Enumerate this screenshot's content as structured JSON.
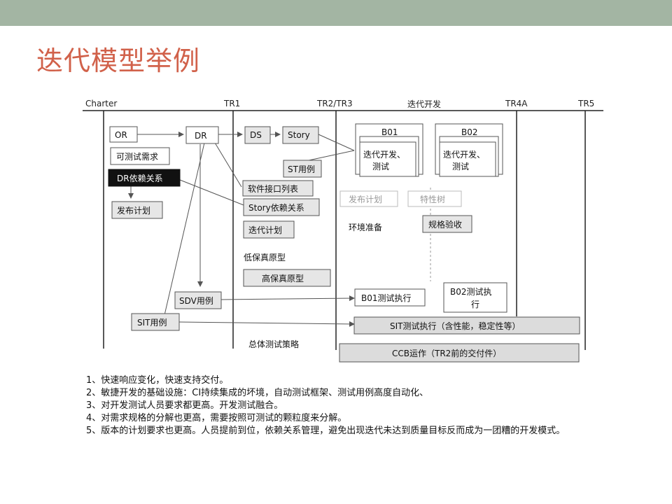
{
  "slide": {
    "title": "迭代模型举例"
  },
  "diagram": {
    "milestones": [
      "Charter",
      "TR1",
      "TR2/TR3",
      "迭代开发",
      "TR4A",
      "TR5"
    ],
    "boxes": {
      "or": "OR",
      "dr": "DR",
      "ds": "DS",
      "story": "Story",
      "testable_req": "可测试需求",
      "dr_dependency": "DR依赖关系",
      "release_plan": "发布计划",
      "st_cases": "ST用例",
      "sw_interface_list": "软件接口列表",
      "story_dependency": "Story依赖关系",
      "iteration_plan": "迭代计划",
      "low_fidelity_proto": "低保真原型",
      "high_fidelity_proto": "高保真原型",
      "sdv_cases": "SDV用例",
      "sit_cases": "SIT用例",
      "overall_test_strategy": "总体测试策略",
      "b01": "B01",
      "b01_content_1": "迭代开发、",
      "b01_content_2": "测试",
      "b02": "B02",
      "b02_content_1": "迭代开发、",
      "b02_content_2": "测试",
      "release_plan_grey": "发布计划",
      "feature_tree": "特性树",
      "env_prep": "环境准备",
      "spec_acceptance": "规格验收",
      "b01_test_exec": "B01测试执行",
      "b02_test_exec_1": "B02测试执",
      "b02_test_exec_2": "行",
      "sit_test_exec": "SIT测试执行（含性能，稳定性等）",
      "ccb_operation": "CCB运作（TR2前的交付件）"
    }
  },
  "notes": [
    "1、快速响应变化，快速支持交付。",
    "2、敏捷开发的基础设施：CI持续集成的坏境，自动测试框架、测试用例高度自动化、",
    "3、对开发测试人员要求都更高。开发测试融合。",
    "4、对需求规格的分解也更高，需要按照可测试的颗粒度来分解。",
    "5、版本的计划要求也更高。人员提前到位，依赖关系管理，避免出现迭代未达到质量目标反而成为一团糟的开发模式。"
  ]
}
